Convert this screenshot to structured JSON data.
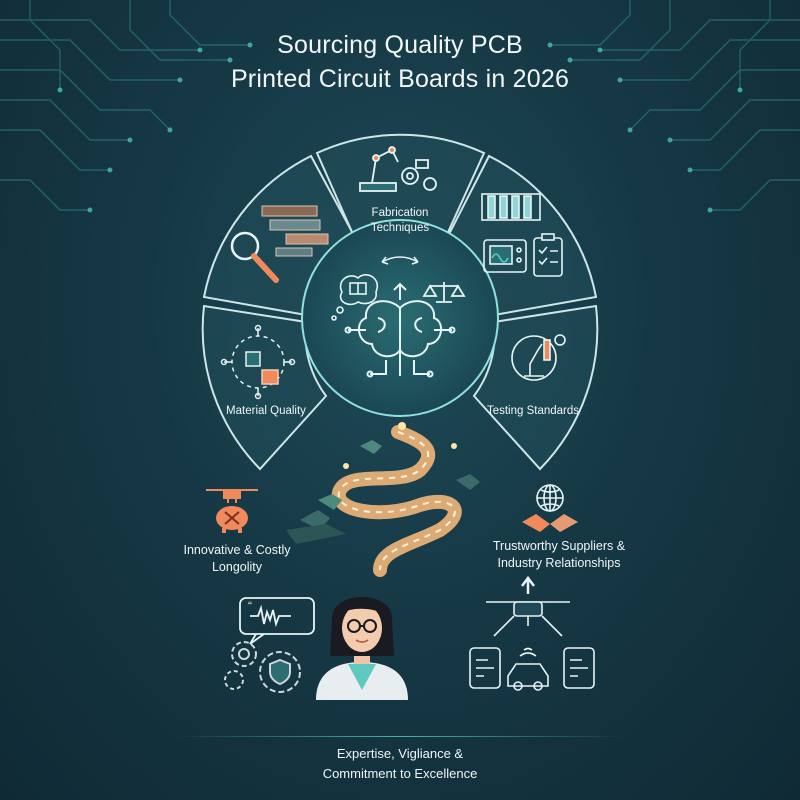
{
  "title": {
    "line1": "Sourcing Quality PCB",
    "line2": "Printed Circuit Boards in 2026"
  },
  "wheel": {
    "segments": {
      "fabrication": "Fabrication\nTechniques",
      "material": "Material Quality",
      "testing": "Testing Standards"
    }
  },
  "side": {
    "left": "Innovative & Costly\nLongolity",
    "right": "Trustworthy Suppliers &\nIndustry Relationships"
  },
  "footer": {
    "line1": "Expertise, Vigliance &",
    "line2": "Commitment to Excellence"
  },
  "icons": [
    "pcb-magnifier-icon",
    "robot-arm-icon",
    "test-tubes-icon",
    "oscilloscope-icon",
    "clipboard-icon",
    "brain-circuit-icon",
    "balance-scale-icon",
    "thought-book-icon",
    "material-circuit-icon",
    "microscope-icon",
    "drone-icon",
    "piggy-bank-icon",
    "globe-icon",
    "handshake-icon",
    "speech-waveform-icon",
    "gear-shield-icon",
    "scientist-avatar",
    "connected-car-icon",
    "winding-road-illustration"
  ],
  "colors": {
    "background": "#163845",
    "accent": "#4fd1c5",
    "orange": "#f08a5d",
    "text": "#f0f6f7"
  }
}
